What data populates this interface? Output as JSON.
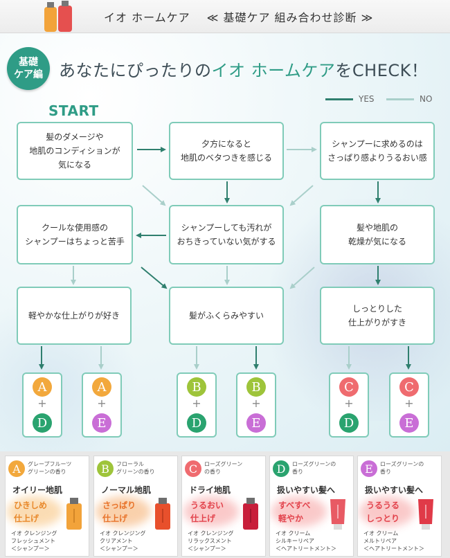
{
  "header": {
    "title": "イオ ホームケア",
    "subtitle": "≪ 基礎ケア 組み合わせ診断 ≫"
  },
  "badge": {
    "line1": "基礎",
    "line2": "ケア編"
  },
  "main_title": {
    "part1": "あなたにぴったりの",
    "accent": "イオ ホームケア",
    "part2": "をCHECK！"
  },
  "legend": {
    "yes": "YES",
    "no": "NO"
  },
  "start_label": "START",
  "colors": {
    "yes": "#2f7f6e",
    "no": "#a9cfca",
    "box_border": "#7fcbb8",
    "A": "#f2a83c",
    "B": "#9ec43a",
    "C": "#ef6b6f",
    "D": "#2aa36f",
    "E": "#c96ed6"
  },
  "questions": {
    "q1": "髪のダメージや\n地肌のコンディションが\n気になる",
    "q2": "夕方になると\n地肌のベタつきを感じる",
    "q3": "シャンプーに求めるのは\nさっぱり感よりうるおい感",
    "q4": "クールな使用感の\nシャンプーはちょっと苦手",
    "q5": "シャンプーしても汚れが\nおちきっていない気がする",
    "q6": "髪や地肌の\n乾燥が気になる",
    "q7": "軽やかな仕上がりが好き",
    "q8": "髪がふくらみやすい",
    "q9": "しっとりした\n仕上がりがすき"
  },
  "results": [
    {
      "top": "A",
      "bottom": "D"
    },
    {
      "top": "A",
      "bottom": "E"
    },
    {
      "top": "B",
      "bottom": "D"
    },
    {
      "top": "B",
      "bottom": "E"
    },
    {
      "top": "C",
      "bottom": "D"
    },
    {
      "top": "C",
      "bottom": "E"
    }
  ],
  "plus": "+",
  "products": [
    {
      "letter": "A",
      "scent": "グレープフルーツ\nグリーンの香り",
      "type": "オイリー地肌",
      "feel": "ひきしめ\n仕上げ",
      "name": "イオ クレンジング\nフレッシュメント\n＜シャンプー＞"
    },
    {
      "letter": "B",
      "scent": "フローラル\nグリーンの香り",
      "type": "ノーマル地肌",
      "feel": "さっぱり\n仕上げ",
      "name": "イオ クレンジング\nクリアメント\n＜シャンプー＞"
    },
    {
      "letter": "C",
      "scent": "ローズグリーン\nの香り",
      "type": "ドライ地肌",
      "feel": "うるおい\n仕上げ",
      "name": "イオ クレンジング\nリラックスメント\n＜シャンプー＞"
    },
    {
      "letter": "D",
      "scent": "ローズグリーンの\n香り",
      "type": "扱いやすい髪へ",
      "feel": "すべすべ\n軽やか",
      "name": "イオ クリーム\nシルキーリペア\n＜ヘアトリートメント＞"
    },
    {
      "letter": "E",
      "scent": "ローズグリーンの\n香り",
      "type": "扱いやすい髪へ",
      "feel": "うるうる\nしっとり",
      "name": "イオ クリーム\nメルトリペア\n＜ヘアトリートメント＞"
    }
  ]
}
